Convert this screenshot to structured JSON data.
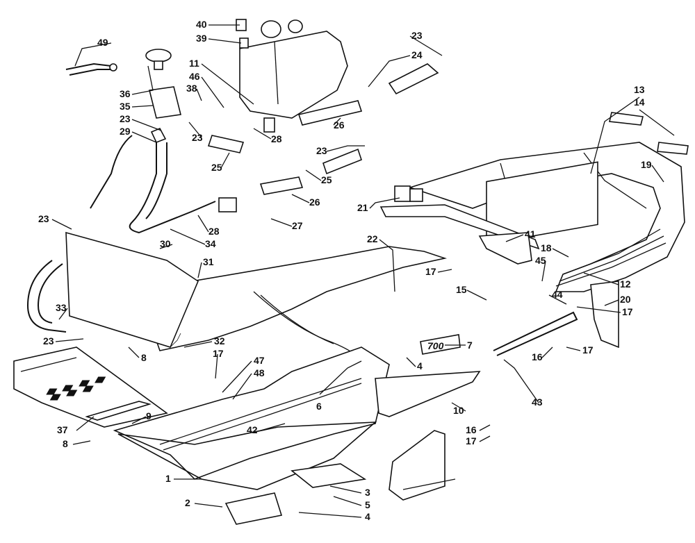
{
  "diagram": {
    "type": "exploded-parts-illustration",
    "badge_text": "700",
    "callouts": [
      {
        "id": "c49",
        "label": "49"
      },
      {
        "id": "c40",
        "label": "40"
      },
      {
        "id": "c39",
        "label": "39"
      },
      {
        "id": "c11",
        "label": "11"
      },
      {
        "id": "c46",
        "label": "46"
      },
      {
        "id": "c38",
        "label": "38"
      },
      {
        "id": "c36",
        "label": "36"
      },
      {
        "id": "c35",
        "label": "35"
      },
      {
        "id": "c23a",
        "label": "23"
      },
      {
        "id": "c29",
        "label": "29"
      },
      {
        "id": "c23b",
        "label": "23"
      },
      {
        "id": "c24",
        "label": "24"
      },
      {
        "id": "c26a",
        "label": "26"
      },
      {
        "id": "c28a",
        "label": "28"
      },
      {
        "id": "c23c",
        "label": "23"
      },
      {
        "id": "c25a",
        "label": "25"
      },
      {
        "id": "c23d",
        "label": "23"
      },
      {
        "id": "c25b",
        "label": "25"
      },
      {
        "id": "c26b",
        "label": "26"
      },
      {
        "id": "c27",
        "label": "27"
      },
      {
        "id": "c28b",
        "label": "28"
      },
      {
        "id": "c34",
        "label": "34"
      },
      {
        "id": "c13",
        "label": "13"
      },
      {
        "id": "c14",
        "label": "14"
      },
      {
        "id": "c19",
        "label": "19"
      },
      {
        "id": "c21",
        "label": "21"
      },
      {
        "id": "c22",
        "label": "22"
      },
      {
        "id": "c41",
        "label": "41"
      },
      {
        "id": "c18",
        "label": "18"
      },
      {
        "id": "c45",
        "label": "45"
      },
      {
        "id": "c17a",
        "label": "17"
      },
      {
        "id": "c12",
        "label": "12"
      },
      {
        "id": "c15",
        "label": "15"
      },
      {
        "id": "c44",
        "label": "44"
      },
      {
        "id": "c20",
        "label": "20"
      },
      {
        "id": "c17b",
        "label": "17"
      },
      {
        "id": "c23e",
        "label": "23"
      },
      {
        "id": "c30",
        "label": "30"
      },
      {
        "id": "c31",
        "label": "31"
      },
      {
        "id": "c33",
        "label": "33"
      },
      {
        "id": "c23f",
        "label": "23"
      },
      {
        "id": "c8a",
        "label": "8"
      },
      {
        "id": "c32",
        "label": "32"
      },
      {
        "id": "c17c",
        "label": "17"
      },
      {
        "id": "c47",
        "label": "47"
      },
      {
        "id": "c48",
        "label": "48"
      },
      {
        "id": "c7",
        "label": "7"
      },
      {
        "id": "c4a",
        "label": "4"
      },
      {
        "id": "c16a",
        "label": "16"
      },
      {
        "id": "c17d",
        "label": "17"
      },
      {
        "id": "c6",
        "label": "6"
      },
      {
        "id": "c43",
        "label": "43"
      },
      {
        "id": "c37",
        "label": "37"
      },
      {
        "id": "c9",
        "label": "9"
      },
      {
        "id": "c8b",
        "label": "8"
      },
      {
        "id": "c42",
        "label": "42"
      },
      {
        "id": "c10",
        "label": "10"
      },
      {
        "id": "c16b",
        "label": "16"
      },
      {
        "id": "c17e",
        "label": "17"
      },
      {
        "id": "c1",
        "label": "1"
      },
      {
        "id": "c2",
        "label": "2"
      },
      {
        "id": "c3",
        "label": "3"
      },
      {
        "id": "c5",
        "label": "5"
      },
      {
        "id": "c4b",
        "label": "4"
      }
    ]
  }
}
